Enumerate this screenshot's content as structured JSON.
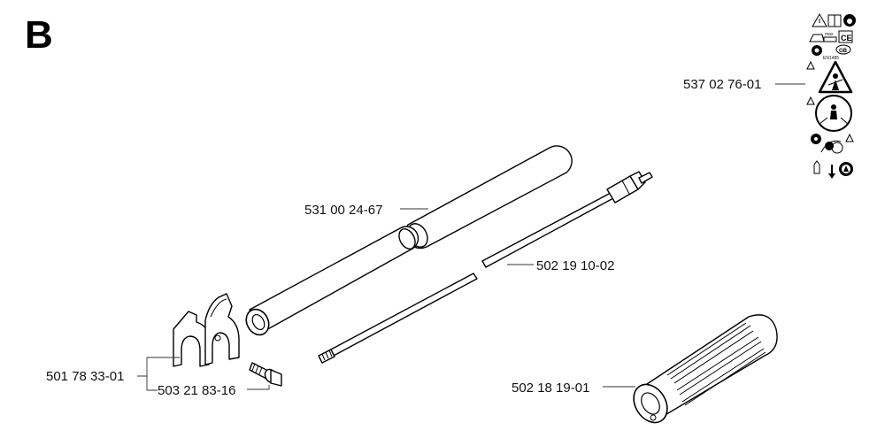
{
  "section_label": "B",
  "parts": {
    "decal": {
      "number": "537 02 76-01"
    },
    "upper_tube": {
      "number": "531 00 24-67"
    },
    "drive_shaft": {
      "number": "502 19 10-02"
    },
    "clamp": {
      "number": "501 78 33-01"
    },
    "bolt": {
      "number": "503 21 83-16"
    },
    "handle_grip": {
      "number": "502 18 19-01"
    }
  },
  "decal_text": {
    "en_standard": "EN1485",
    "max_rating": "max"
  }
}
